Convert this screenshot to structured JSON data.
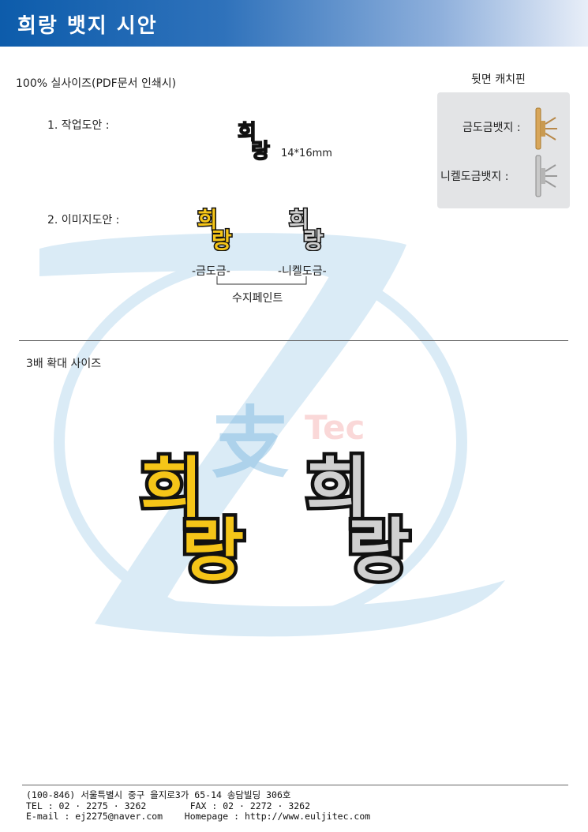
{
  "header": {
    "title": "희랑 뱃지 시안"
  },
  "badge_text": {
    "line1": "희",
    "line2": "랑"
  },
  "sections": {
    "actual_size_label": "100% 실사이즈(PDF문서 인쇄시)",
    "work_design_label": "1. 작업도안 :",
    "size_note": "14*16mm",
    "image_design_label": "2. 이미지도안 :",
    "gold_caption": "-금도금-",
    "nickel_caption": "-니켈도금-",
    "resin_caption": "수지페인트",
    "enlarged_label": "3배 확대 사이즈"
  },
  "back_pin": {
    "title": "뒷면 캐치핀",
    "gold_label": "금도금뱃지 :",
    "nickel_label": "니켈도금뱃지 :"
  },
  "watermark": {
    "char": "支",
    "text": "Tec"
  },
  "footer": {
    "line1": "(100-846) 서울특별시 중구 을지로3가 65-14 송담빌딩 306호",
    "line2": "TEL : 02 · 2275 · 3262        FAX : 02 · 2272 · 3262",
    "line3": "E-mail : ej2275@naver.com    Homepage : http://www.euljitec.com"
  },
  "colors": {
    "header_blue": "#0d5cab",
    "gold": "#f5c518",
    "nickel": "#c8c8c8",
    "watermark_blue": "#5aa6d8"
  }
}
